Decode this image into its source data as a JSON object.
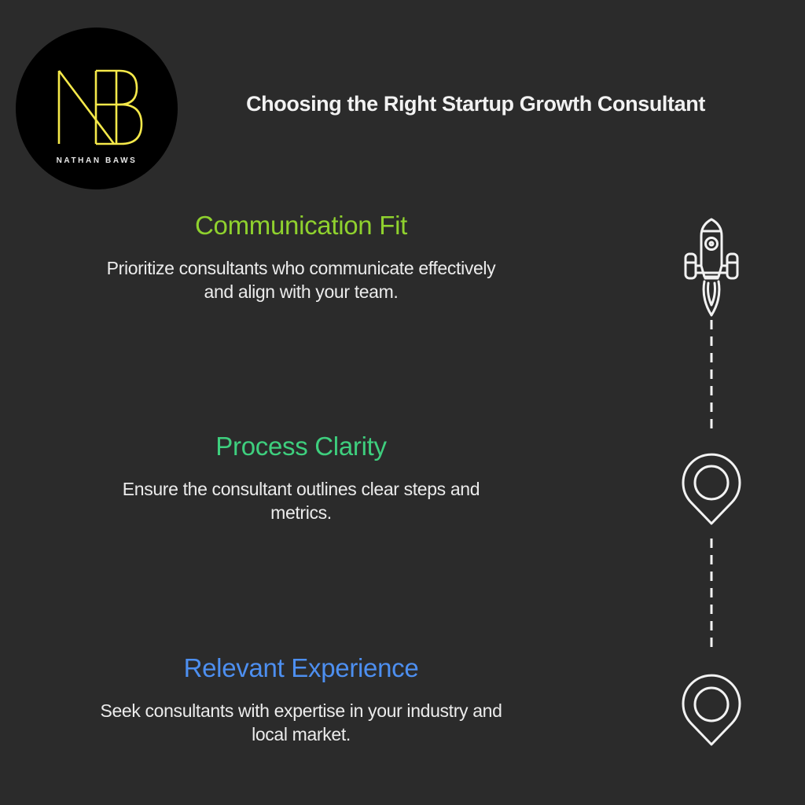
{
  "brand": {
    "monogram": "NB",
    "name": "NATHAN BAWS",
    "logo_color": "#f5e94a",
    "logo_background": "#000000"
  },
  "page": {
    "title": "Choosing the Right Startup Growth Consultant",
    "background": "#2b2b2b"
  },
  "sections": [
    {
      "heading": "Communication Fit",
      "color": "#8fd12e",
      "body_lines": [
        "Prioritize consultants who communicate effectively",
        "and align with your team."
      ],
      "icon": "rocket-icon"
    },
    {
      "heading": "Process Clarity",
      "color": "#3ecf7e",
      "body_lines": [
        "Ensure the consultant outlines clear steps and",
        "metrics."
      ],
      "icon": "map-pin-icon"
    },
    {
      "heading": "Relevant Experience",
      "color": "#4d8ff0",
      "body_lines": [
        "Seek consultants with expertise in your industry and",
        "local market."
      ],
      "icon": "map-pin-icon"
    }
  ],
  "timeline": {
    "connector": "dashed-line",
    "stroke_color": "#f2f2f2"
  }
}
